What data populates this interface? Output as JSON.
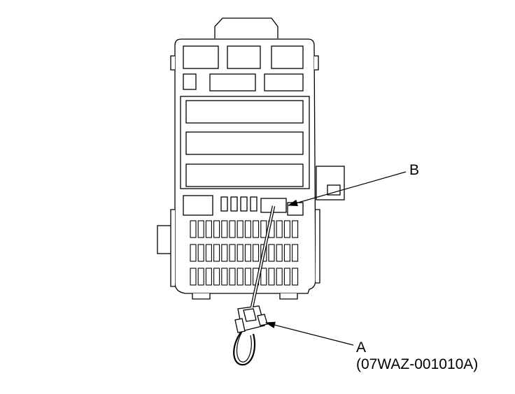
{
  "callouts": {
    "b": {
      "letter": "B"
    },
    "a": {
      "letter": "A",
      "part_number": "(07WAZ-001010A)"
    }
  },
  "colors": {
    "line": "#000000",
    "fill": "#ffffff"
  },
  "icons": {
    "fuse_box": "under-dash-fuse-relay-box-icon",
    "connector": "test-harness-connector-icon"
  }
}
